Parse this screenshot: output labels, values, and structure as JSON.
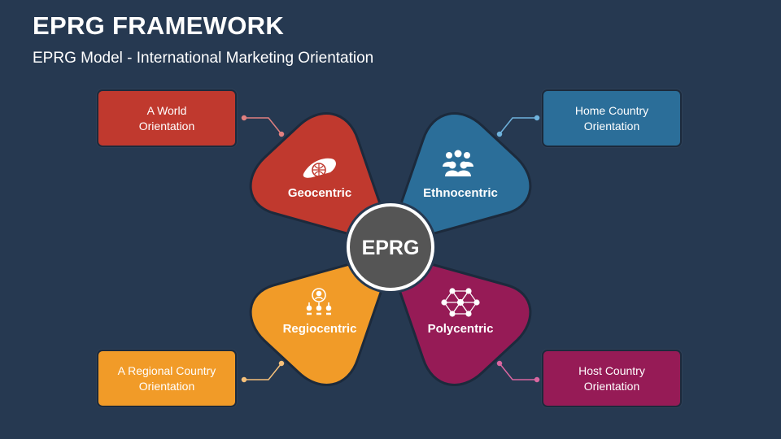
{
  "header": {
    "title": "EPRG FRAMEWORK",
    "subtitle": "EPRG Model - International Marketing Orientation"
  },
  "center": {
    "label": "EPRG"
  },
  "petals": [
    {
      "label": "Geocentric",
      "color": "#c0392e",
      "icon": "globe-hand-icon",
      "description": "A World\nOrientation"
    },
    {
      "label": "Ethnocentric",
      "color": "#2b6e99",
      "icon": "group-people-icon",
      "description": "Home Country\nOrientation"
    },
    {
      "label": "Regiocentric",
      "color": "#f19b28",
      "icon": "regional-network-icon",
      "description": "A Regional Country\nOrientation"
    },
    {
      "label": "Polycentric",
      "color": "#961b56",
      "icon": "network-nodes-icon",
      "description": "Host Country\nOrientation"
    }
  ],
  "colors": {
    "background": "#263951",
    "center_fill": "#555555",
    "center_ring": "#ffffff",
    "connector_geocentric": "#e08080",
    "connector_ethnocentric": "#6fb3dd",
    "connector_regiocentric": "#f5c07a",
    "connector_polycentric": "#d966a0"
  }
}
